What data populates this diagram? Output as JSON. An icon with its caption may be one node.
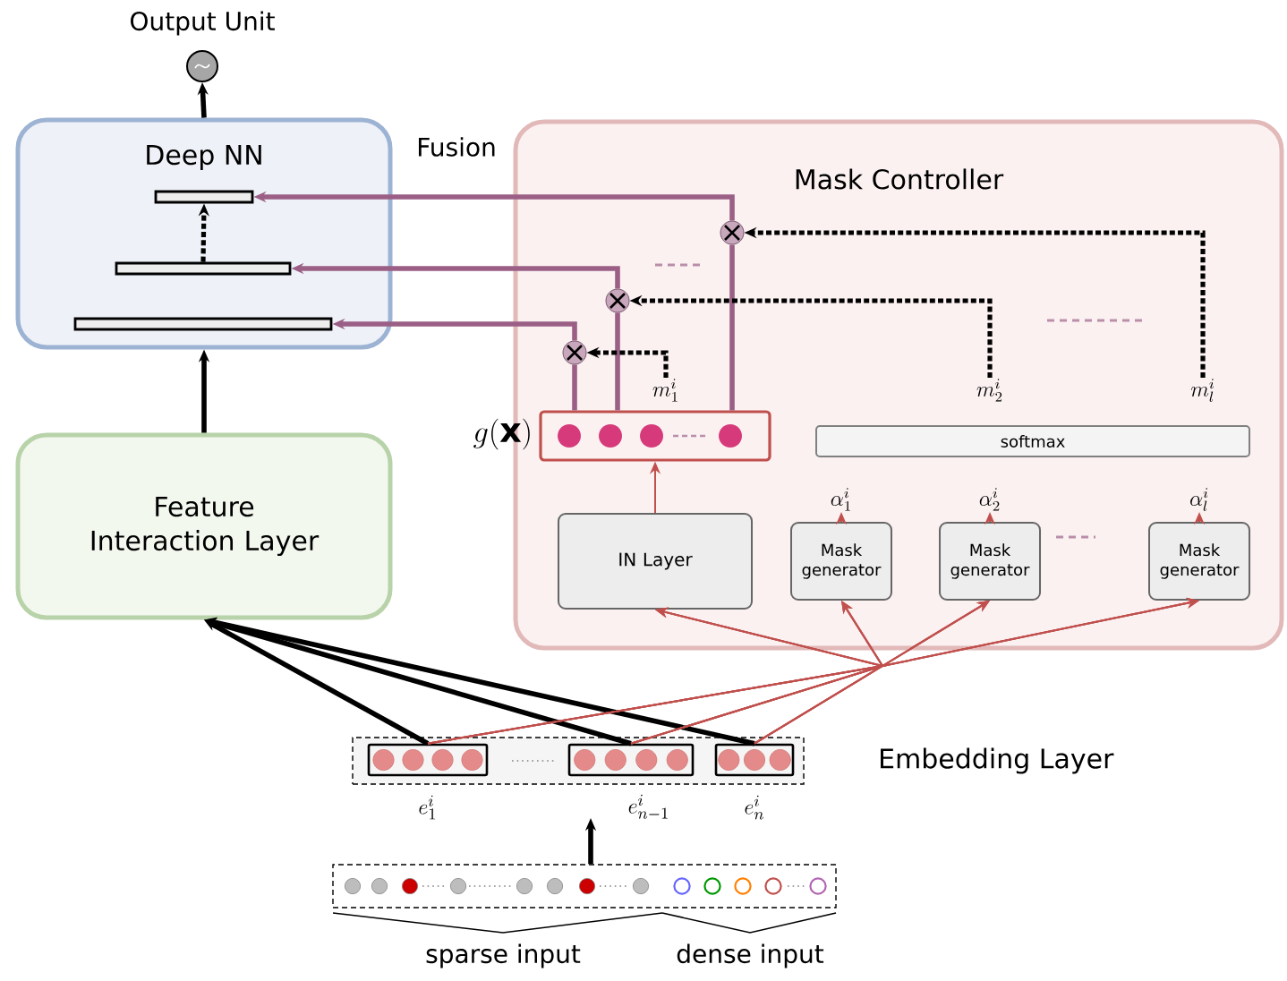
{
  "diagram": {
    "nodes": [
      {
        "text": [],
        "shape": "circle",
        "beside": [
          "Output Unit"
        ]
      },
      {
        "text": [
          "Deep NN"
        ]
      },
      {
        "text": [],
        "shape": "bar",
        "in": 1
      },
      {
        "text": [],
        "shape": "bar",
        "in": 1
      },
      {
        "text": [],
        "shape": "bar",
        "in": 1
      },
      {
        "text": [
          "Mask Controller"
        ]
      },
      {
        "text": [],
        "shape": "circle",
        "in": 5
      },
      {
        "text": [],
        "shape": "circle",
        "in": 5
      },
      {
        "text": [],
        "shape": "circle",
        "in": 5
      },
      {
        "text": [],
        "shape": "box",
        "in": 5,
        "beside": [
          "g(\\mathbf{x})"
        ]
      },
      {
        "text": [
          "softmax"
        ],
        "in": 5
      },
      {
        "text": [
          "IN Layer"
        ],
        "in": 5
      },
      {
        "text": [
          "Mask generator"
        ],
        "in": 5
      },
      {
        "text": [
          "Mask generator"
        ],
        "in": 5
      },
      {
        "text": [
          "Mask generator"
        ],
        "in": 5
      },
      {
        "text": [
          "Feature Interaction Layer"
        ]
      },
      {
        "text": [],
        "shape": "box",
        "beside": [
          "Embedding Layer"
        ]
      },
      {
        "text": [],
        "shape": "box",
        "in": 16,
        "beside": [
          "e^i_1"
        ]
      },
      {
        "text": [],
        "shape": "box",
        "in": 16,
        "beside": [
          "e^i_{n-1}"
        ]
      },
      {
        "text": [],
        "shape": "box",
        "in": 16,
        "beside": [
          "e^i_n"
        ]
      },
      {
        "text": [],
        "shape": "box"
      },
      {
        "text": [
          "m^i_1"
        ],
        "in": 5
      },
      {
        "text": [
          "m^i_2"
        ],
        "in": 5
      },
      {
        "text": [
          "m^i_l"
        ],
        "in": 5
      },
      {
        "text": [
          "\\alpha^i_1"
        ],
        "in": 5
      },
      {
        "text": [
          "\\alpha^i_2"
        ],
        "in": 5
      },
      {
        "text": [
          "\\alpha^i_l"
        ],
        "in": 5
      }
    ],
    "edges": [
      {
        "from": 1,
        "to": 0,
        "arrow": "to",
        "style": "thick",
        "color": "#000000"
      },
      {
        "from": 15,
        "to": 1,
        "arrow": "to",
        "style": "thick",
        "color": "#000000"
      },
      {
        "from": 3,
        "to": 2,
        "arrow": "to",
        "style": "dashed",
        "color": "#000000"
      },
      {
        "from": 9,
        "to": 8,
        "arrow": "none",
        "style": "thick",
        "color": "#9b5f86"
      },
      {
        "from": 9,
        "to": 7,
        "arrow": "none",
        "style": "thick",
        "color": "#9b5f86"
      },
      {
        "from": 9,
        "to": 6,
        "arrow": "none",
        "style": "thick",
        "color": "#9b5f86"
      },
      {
        "from": 8,
        "to": 4,
        "arrow": "to",
        "style": "thick",
        "color": "#9b5f86"
      },
      {
        "from": 7,
        "to": 3,
        "arrow": "to",
        "style": "thick",
        "color": "#9b5f86"
      },
      {
        "from": 6,
        "to": 2,
        "arrow": "to",
        "style": "thick",
        "color": "#9b5f86"
      },
      {
        "from": 21,
        "to": 8,
        "arrow": "to",
        "style": "dashed",
        "color": "#000000"
      },
      {
        "from": 22,
        "to": 7,
        "arrow": "to",
        "style": "dashed",
        "color": "#000000"
      },
      {
        "from": 23,
        "to": 6,
        "arrow": "to",
        "style": "dashed",
        "color": "#000000"
      },
      {
        "from": 11,
        "to": 9,
        "arrow": "to"
      },
      {
        "from": 12,
        "to": 24,
        "arrow": "to"
      },
      {
        "from": 13,
        "to": 25,
        "arrow": "to"
      },
      {
        "from": 14,
        "to": 26,
        "arrow": "to"
      },
      {
        "from": 17,
        "to": 15,
        "arrow": "to",
        "style": "thick",
        "color": "#000000"
      },
      {
        "from": 18,
        "to": 15,
        "arrow": "to",
        "style": "thick",
        "color": "#000000"
      },
      {
        "from": 19,
        "to": 15,
        "arrow": "to",
        "style": "thick",
        "color": "#000000"
      },
      {
        "from": 20,
        "to": 16,
        "arrow": "to",
        "style": "thick",
        "color": "#000000"
      },
      {
        "from": 17,
        "to": 11,
        "arrow": "to"
      },
      {
        "from": 17,
        "to": 12,
        "arrow": "to"
      },
      {
        "from": 17,
        "to": 13,
        "arrow": "to"
      },
      {
        "from": 17,
        "to": 14,
        "arrow": "to"
      },
      {
        "from": 18,
        "to": 11,
        "arrow": "to"
      },
      {
        "from": 18,
        "to": 12,
        "arrow": "to"
      },
      {
        "from": 18,
        "to": 13,
        "arrow": "to"
      },
      {
        "from": 18,
        "to": 14,
        "arrow": "to"
      },
      {
        "from": 19,
        "to": 11,
        "arrow": "to"
      },
      {
        "from": 19,
        "to": 12,
        "arrow": "to"
      },
      {
        "from": 19,
        "to": 13,
        "arrow": "to"
      },
      {
        "from": 19,
        "to": 14,
        "arrow": "to"
      }
    ],
    "labels": [
      "Fusion",
      "sparse input",
      "dense input"
    ]
  }
}
